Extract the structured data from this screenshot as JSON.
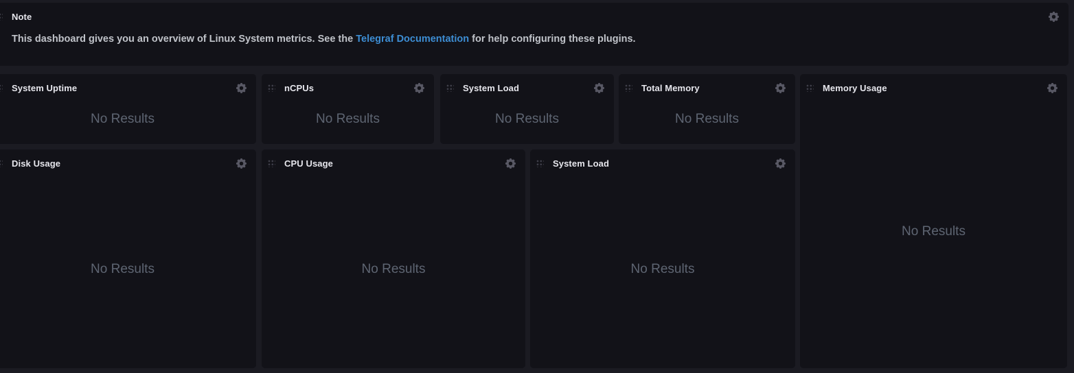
{
  "note": {
    "title": "Note",
    "text_before": "This dashboard gives you an overview of Linux System metrics. See the ",
    "link_text": "Telegraf Documentation",
    "text_after": " for help configuring these plugins."
  },
  "cells": [
    {
      "title": "System Uptime",
      "empty": "No Results"
    },
    {
      "title": "nCPUs",
      "empty": "No Results"
    },
    {
      "title": "System Load",
      "empty": "No Results"
    },
    {
      "title": "Total Memory",
      "empty": "No Results"
    },
    {
      "title": "Memory Usage",
      "empty": "No Results"
    },
    {
      "title": "Disk Usage",
      "empty": "No Results"
    },
    {
      "title": "CPU Usage",
      "empty": "No Results"
    },
    {
      "title": "System Load",
      "empty": "No Results"
    }
  ],
  "icons": {
    "gear": "gear-icon",
    "drag_handle": "drag-handle-icon"
  },
  "colors": {
    "page_bg": "#1b1b22",
    "panel_bg": "#121218",
    "title_text": "#e6e6ec",
    "note_text": "#c0c3c9",
    "link": "#3d8dd3",
    "empty_text": "#5e6572",
    "gear": "#585864",
    "drag_dots": "#41414c"
  }
}
